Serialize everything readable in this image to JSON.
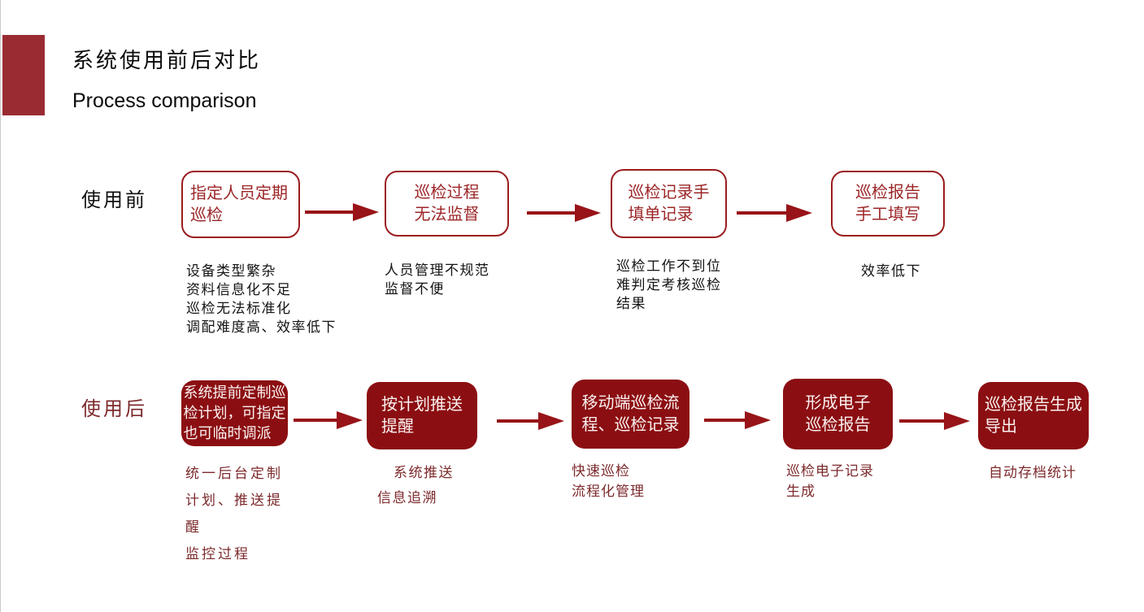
{
  "header": {
    "title_zh": "系统使用前后对比",
    "title_en": "Process comparison"
  },
  "colors": {
    "accent_square": "#9A2B33",
    "box_outline": "#9B1C1F",
    "box_outline_text": "#9C2628",
    "box_fill": "#8B0F12",
    "box_fill_text": "#FBF1F1",
    "arrow": "#981418",
    "note_red": "#7D2A2C",
    "note_black": "#141414"
  },
  "rows": {
    "before": {
      "label": "使用前",
      "steps": [
        {
          "box": "指定人员定期\n巡检",
          "note": "设备类型繁杂\n资料信息化不足\n巡检无法标准化\n调配难度高、效率低下"
        },
        {
          "box": "巡检过程\n无法监督",
          "note": "人员管理不规范\n监督不便"
        },
        {
          "box": "巡检记录手\n填单记录",
          "note": "巡检工作不到位\n难判定考核巡检\n结果"
        },
        {
          "box": "巡检报告\n手工填写",
          "note": "效率低下"
        }
      ]
    },
    "after": {
      "label": "使用后",
      "steps": [
        {
          "box": "系统提前定制巡\n检计划，可指定\n也可临时调派",
          "note": "统一后台定制\n计划、推送提\n醒\n监控过程"
        },
        {
          "box": "按计划推送\n提醒",
          "note": "系统推送\n信息追溯"
        },
        {
          "box": "移动端巡检流\n程、巡检记录",
          "note": "快速巡检\n流程化管理"
        },
        {
          "box": "形成电子\n巡检报告",
          "note": "巡检电子记录\n生成"
        },
        {
          "box": "巡检报告生成\n导出",
          "note": "自动存档统计"
        }
      ]
    }
  }
}
